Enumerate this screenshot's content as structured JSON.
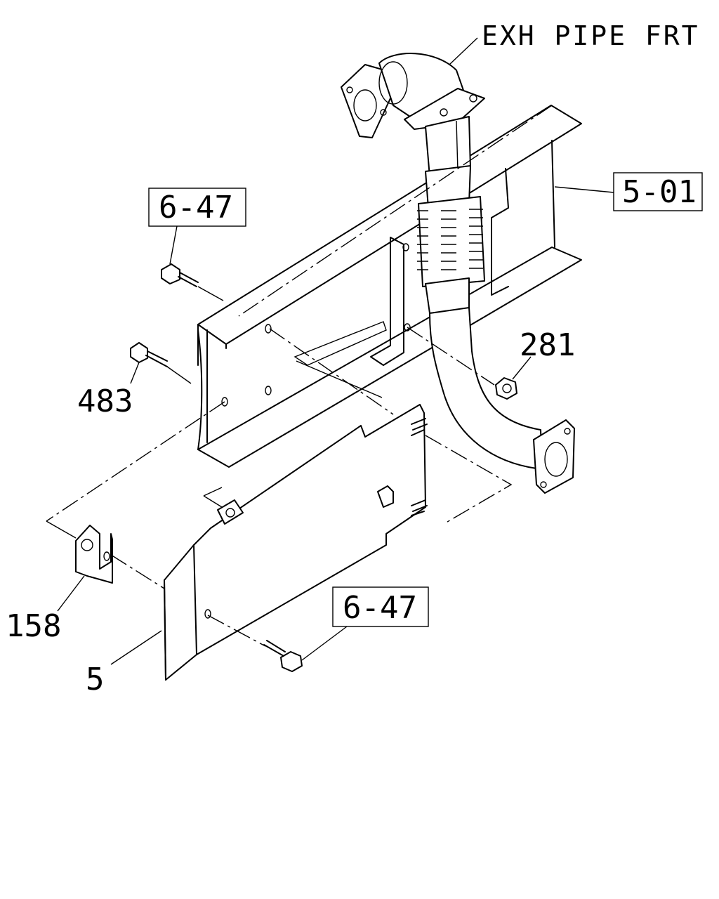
{
  "callouts": {
    "exh_pipe_frt": "EXH PIPE FRT",
    "ref_6_47_top": "6-47",
    "ref_5_01": "5-01",
    "ref_6_47_bottom": "6-47",
    "part_281": "281",
    "part_483": "483",
    "part_158": "158",
    "part_5": "5"
  }
}
